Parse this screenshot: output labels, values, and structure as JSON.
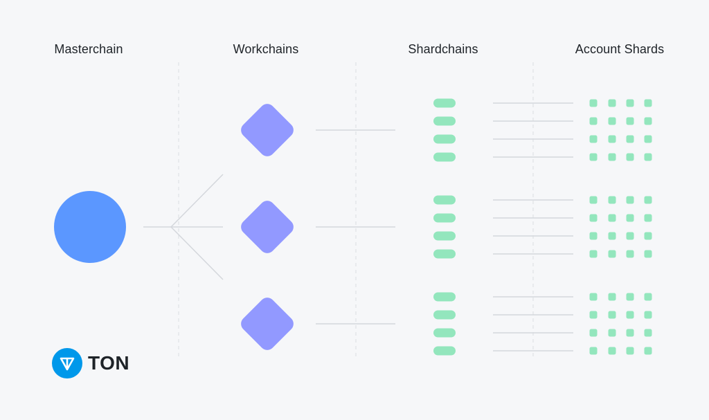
{
  "columns": {
    "masterchain": "Masterchain",
    "workchains": "Workchains",
    "shardchains": "Shardchains",
    "account_shards": "Account Shards"
  },
  "brand": {
    "name": "TON",
    "logo_icon": "ton-diamond-icon"
  },
  "colors": {
    "background": "#f6f7f9",
    "masterchain": "#5b97ff",
    "workchain": "#9299ff",
    "shard": "#93e6bd",
    "connector": "#d4d7dc",
    "divider": "#d9dce1",
    "brand_blue": "#0098ea"
  },
  "structure": {
    "workchain_count": 3,
    "shardchains_per_workchain": 4,
    "account_shards_per_shardchain": 4
  }
}
